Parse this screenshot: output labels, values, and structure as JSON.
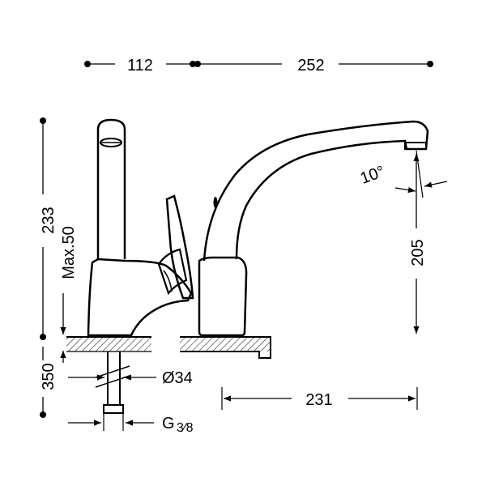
{
  "dimensions": {
    "top_left_width": "112",
    "top_spout_width": "252",
    "total_height": "233",
    "max_deck": "Max.50",
    "spout_height": "205",
    "spout_angle": "10°",
    "tail_length": "350",
    "hole_diameter": "Ø34",
    "spout_reach": "231",
    "thread": "G",
    "thread_fraction": "3⁄8"
  },
  "colors": {
    "line": "#000000",
    "background": "#ffffff"
  }
}
